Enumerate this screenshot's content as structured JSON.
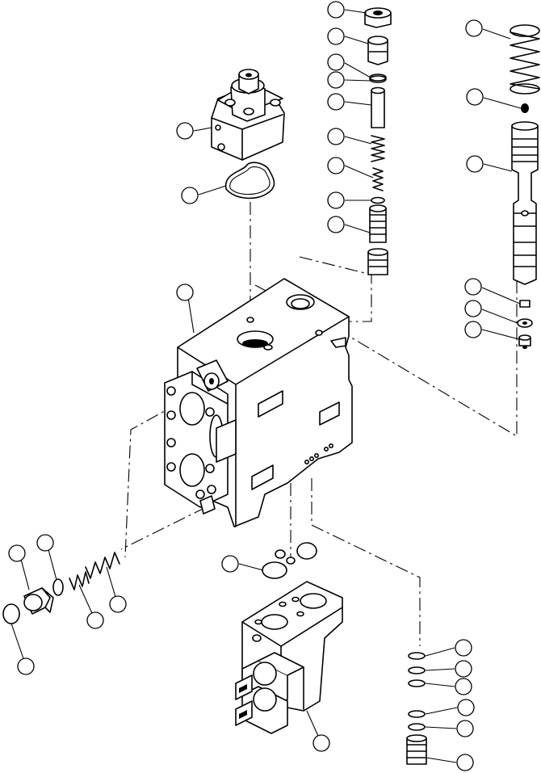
{
  "diagram": {
    "background": "#ffffff",
    "ink": "#000000",
    "callouts": [
      {
        "id": "spool-cap"
      },
      {
        "id": "spool-plug"
      },
      {
        "id": "spool-oring-1"
      },
      {
        "id": "spool-oring-2"
      },
      {
        "id": "spool-sleeve"
      },
      {
        "id": "spool-spring-1"
      },
      {
        "id": "spool-spring-2"
      },
      {
        "id": "spool-oring-3"
      },
      {
        "id": "spool-poppet"
      },
      {
        "id": "right-spring"
      },
      {
        "id": "right-ball"
      },
      {
        "id": "right-spool"
      },
      {
        "id": "right-nut"
      },
      {
        "id": "right-washer"
      },
      {
        "id": "right-screw"
      },
      {
        "id": "top-cover"
      },
      {
        "id": "top-gasket"
      },
      {
        "id": "valve-body"
      },
      {
        "id": "left-plug-1"
      },
      {
        "id": "left-plug-2"
      },
      {
        "id": "left-oring"
      },
      {
        "id": "left-spring-1"
      },
      {
        "id": "left-spring-2"
      },
      {
        "id": "lower-orings"
      },
      {
        "id": "lower-section"
      },
      {
        "id": "br-oring-1"
      },
      {
        "id": "br-oring-2"
      },
      {
        "id": "br-oring-3"
      },
      {
        "id": "br-oring-4"
      },
      {
        "id": "br-oring-5"
      },
      {
        "id": "br-plug"
      }
    ]
  }
}
